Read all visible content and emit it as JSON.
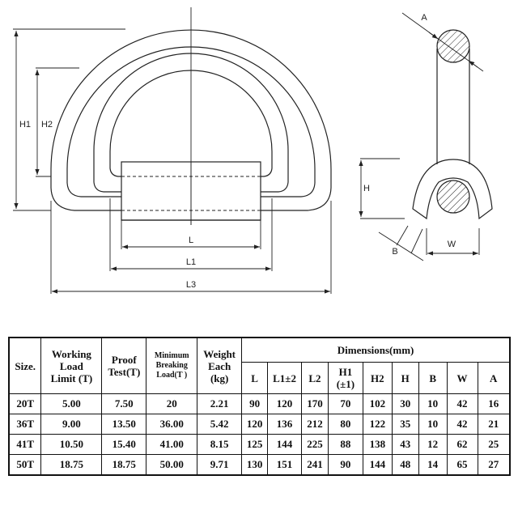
{
  "drawing": {
    "labels": {
      "H1": "H1",
      "H2": "H2",
      "L": "L",
      "L1": "L1",
      "L3": "L3",
      "A": "A",
      "H": "H",
      "B": "B",
      "W": "W"
    }
  },
  "table": {
    "headers": {
      "size": "Size.",
      "wll": [
        "Working",
        "Load",
        "Limit (T)"
      ],
      "proof": [
        "Proof",
        "Test(T)"
      ],
      "mbl": [
        "Minimum",
        "Breaking",
        "Load(T )"
      ],
      "weight": [
        "Weight",
        "Each",
        "(kg)"
      ],
      "dimensions": "Dimensions(mm)",
      "dims": [
        "L",
        "L1±2",
        "L2",
        "H1",
        "(±1)",
        "H2",
        "H",
        "B",
        "W",
        "A"
      ]
    },
    "rows": [
      [
        "20T",
        "5.00",
        "7.50",
        "20",
        "2.21",
        "90",
        "120",
        "170",
        "70",
        "102",
        "30",
        "10",
        "42",
        "16"
      ],
      [
        "36T",
        "9.00",
        "13.50",
        "36.00",
        "5.42",
        "120",
        "136",
        "212",
        "80",
        "122",
        "35",
        "10",
        "42",
        "21"
      ],
      [
        "41T",
        "10.50",
        "15.40",
        "41.00",
        "8.15",
        "125",
        "144",
        "225",
        "88",
        "138",
        "43",
        "12",
        "62",
        "25"
      ],
      [
        "50T",
        "18.75",
        "18.75",
        "50.00",
        "9.71",
        "130",
        "151",
        "241",
        "90",
        "144",
        "48",
        "14",
        "65",
        "27"
      ]
    ]
  }
}
